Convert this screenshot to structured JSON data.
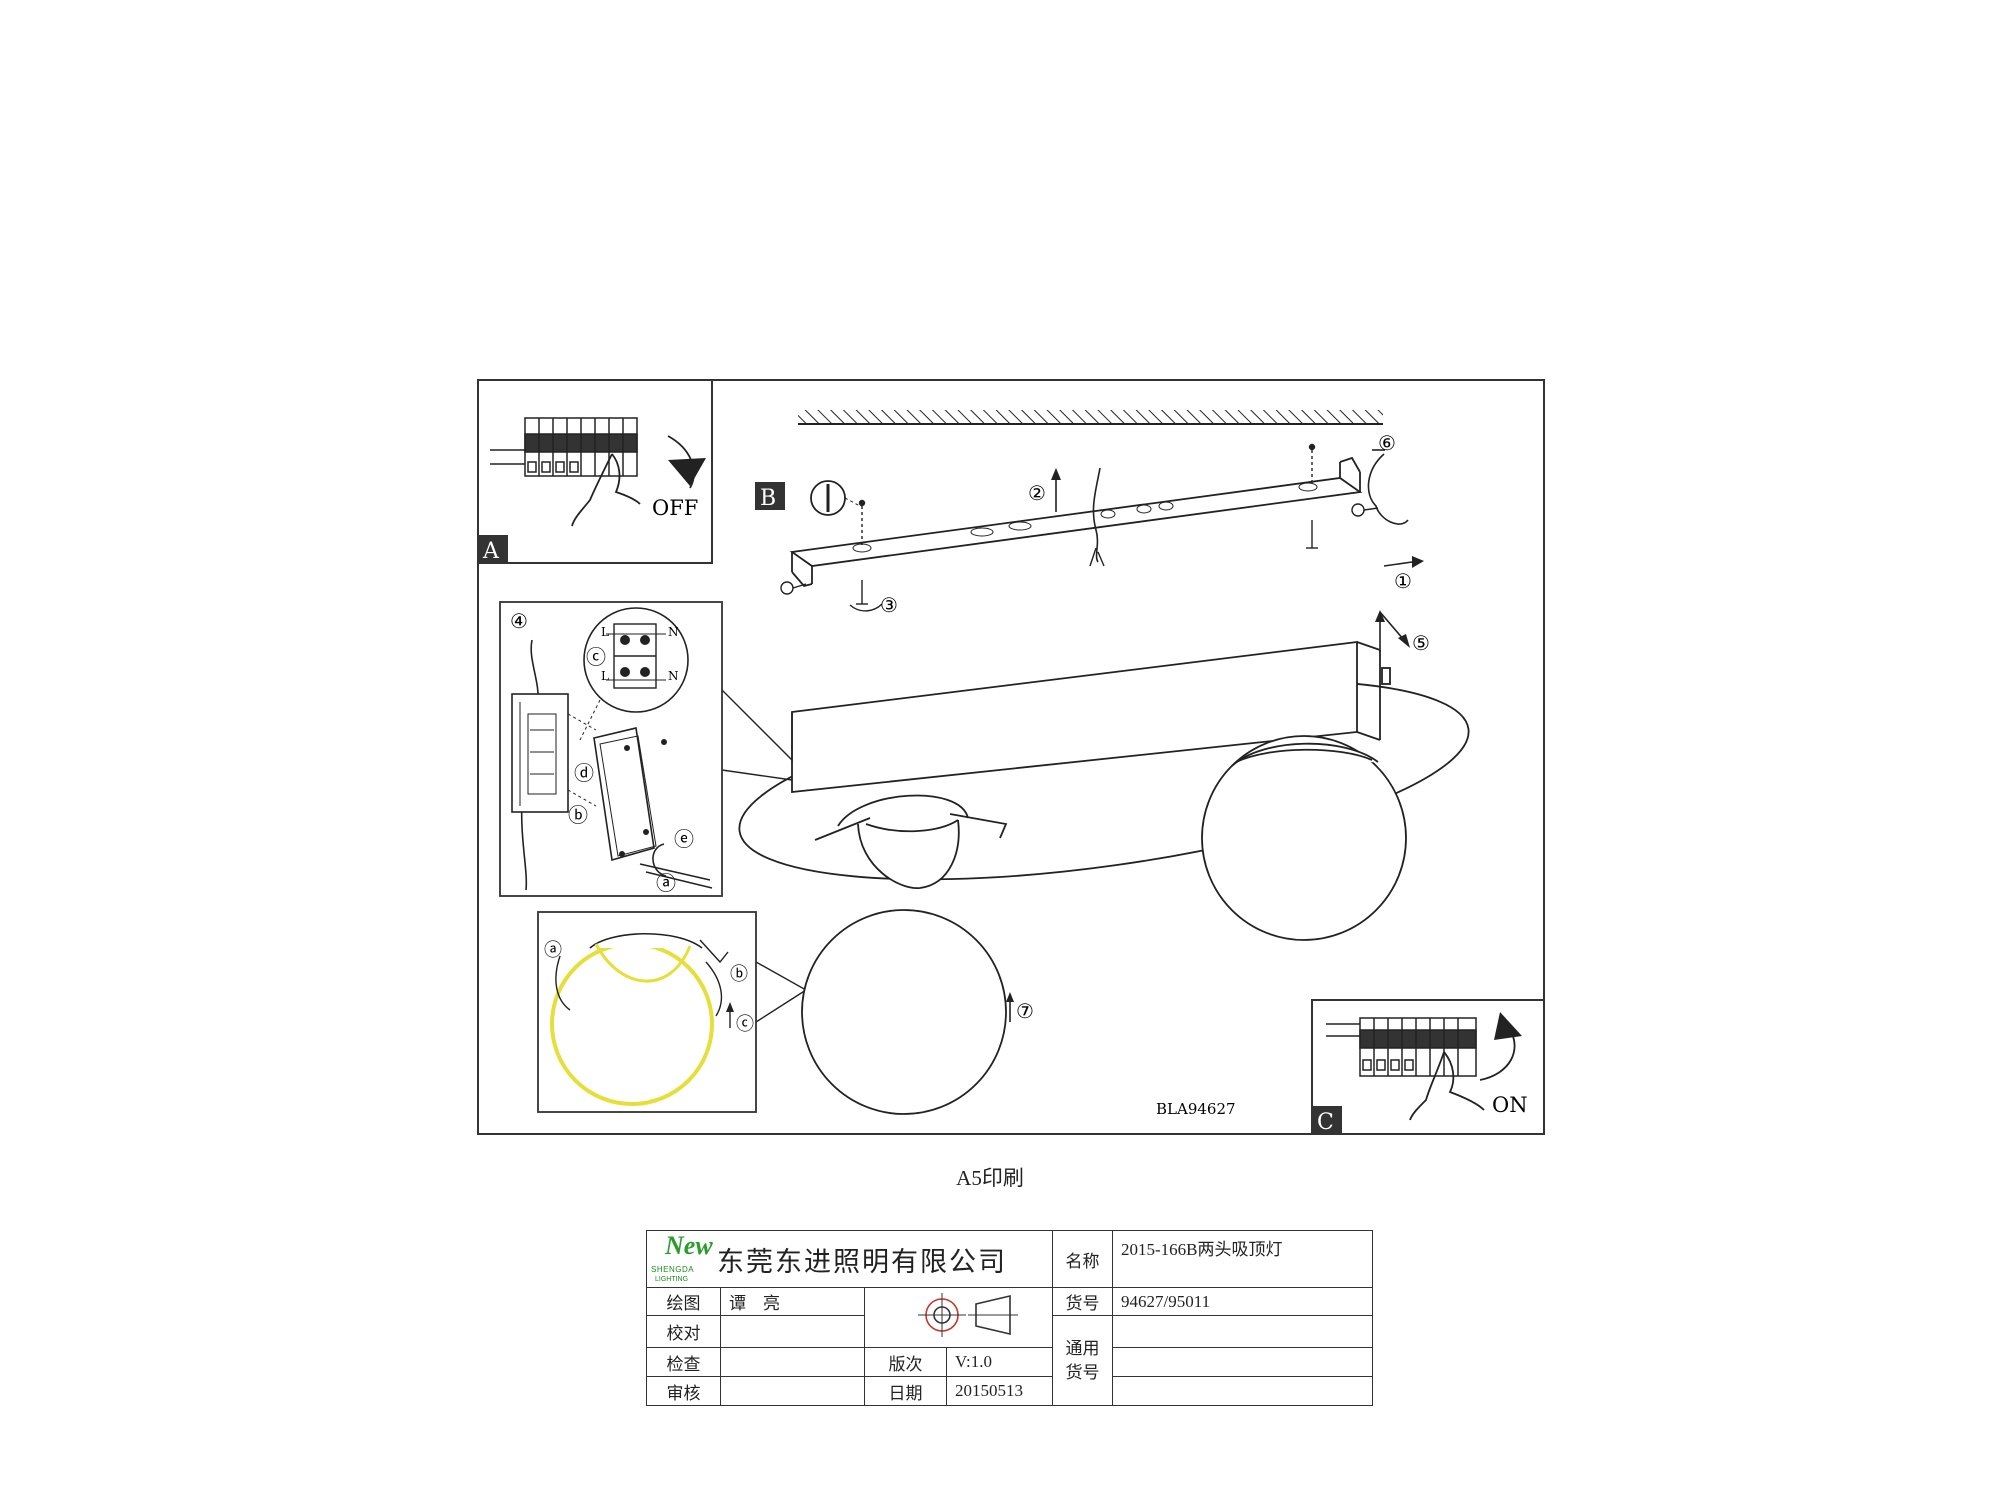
{
  "diagram": {
    "panels": {
      "A": {
        "label": "A",
        "switch_text": "OFF"
      },
      "B": {
        "label": "B"
      },
      "C": {
        "label": "C",
        "switch_text": "ON"
      }
    },
    "steps": [
      "①",
      "②",
      "③",
      "④",
      "⑤",
      "⑥",
      "⑦"
    ],
    "substeps": [
      "ⓐ",
      "ⓑ",
      "ⓒ",
      "ⓓ",
      "ⓔ"
    ],
    "terminals": {
      "live": "L",
      "neutral": "N"
    },
    "model_code": "BLA94627"
  },
  "caption": "A5印刷",
  "title_block": {
    "logo": {
      "mark": "New",
      "line1": "SHENGDA",
      "line2": "LIGHTING"
    },
    "company": "东莞东进照明有限公司",
    "name_label": "名称",
    "name_value": "2015-166B两头吸顶灯",
    "drawn_label": "绘图",
    "drawn_value": "谭　亮",
    "article_label": "货号",
    "article_value": "94627/95011",
    "checked_label": "校对",
    "inspected_label": "检查",
    "version_label": "版次",
    "version_value": "V:1.0",
    "generic_label": "通用\n货号",
    "approved_label": "审核",
    "date_label": "日期",
    "date_value": "20150513"
  }
}
